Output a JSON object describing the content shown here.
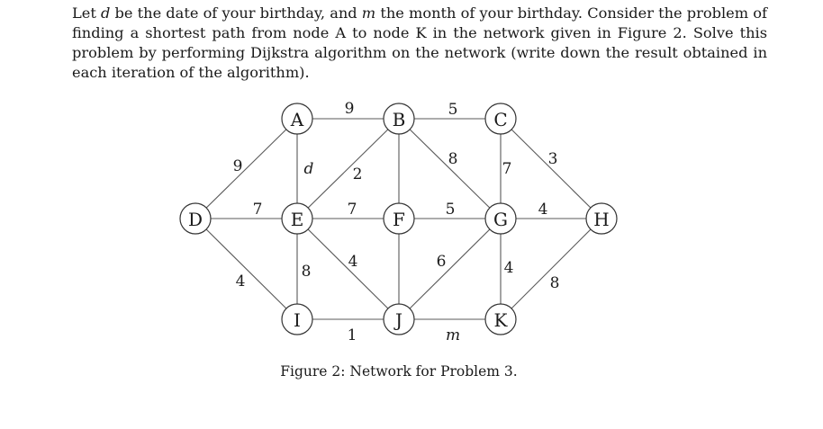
{
  "problem": {
    "s1": "Let ",
    "v1": "d",
    "s2": " be the date of your birthday, and ",
    "v2": "m",
    "s3": " the month of your birthday. Consider the problem of finding a shortest path from node A to node K in the network given in Figure 2. Solve this problem by performing Dijkstra algorithm on the network (write down the result obtained in each iteration of the algorithm)."
  },
  "figure": {
    "caption": "Figure 2: Network for Problem 3.",
    "nodes": [
      "A",
      "B",
      "C",
      "D",
      "E",
      "F",
      "G",
      "H",
      "I",
      "J",
      "K"
    ],
    "edges": [
      {
        "from": "A",
        "to": "B",
        "weight": "9",
        "italic": false
      },
      {
        "from": "B",
        "to": "C",
        "weight": "5",
        "italic": false
      },
      {
        "from": "A",
        "to": "D",
        "weight": "9",
        "italic": false
      },
      {
        "from": "A",
        "to": "E",
        "weight": "d",
        "italic": true
      },
      {
        "from": "B",
        "to": "E",
        "weight": "2",
        "italic": false
      },
      {
        "from": "B",
        "to": "F",
        "weight": "",
        "italic": false
      },
      {
        "from": "B",
        "to": "G",
        "weight": "8",
        "italic": false
      },
      {
        "from": "C",
        "to": "G",
        "weight": "7",
        "italic": false
      },
      {
        "from": "C",
        "to": "H",
        "weight": "3",
        "italic": false
      },
      {
        "from": "D",
        "to": "E",
        "weight": "7",
        "italic": false
      },
      {
        "from": "E",
        "to": "F",
        "weight": "7",
        "italic": false
      },
      {
        "from": "F",
        "to": "G",
        "weight": "5",
        "italic": false
      },
      {
        "from": "G",
        "to": "H",
        "weight": "4",
        "italic": false
      },
      {
        "from": "D",
        "to": "I",
        "weight": "4",
        "italic": false
      },
      {
        "from": "E",
        "to": "I",
        "weight": "8",
        "italic": false
      },
      {
        "from": "E",
        "to": "J",
        "weight": "4",
        "italic": false
      },
      {
        "from": "F",
        "to": "J",
        "weight": "",
        "italic": false
      },
      {
        "from": "G",
        "to": "J",
        "weight": "6",
        "italic": false
      },
      {
        "from": "G",
        "to": "K",
        "weight": "4",
        "italic": false
      },
      {
        "from": "H",
        "to": "K",
        "weight": "8",
        "italic": false
      },
      {
        "from": "I",
        "to": "J",
        "weight": "1",
        "italic": false
      },
      {
        "from": "J",
        "to": "K",
        "weight": "m",
        "italic": true
      }
    ]
  }
}
